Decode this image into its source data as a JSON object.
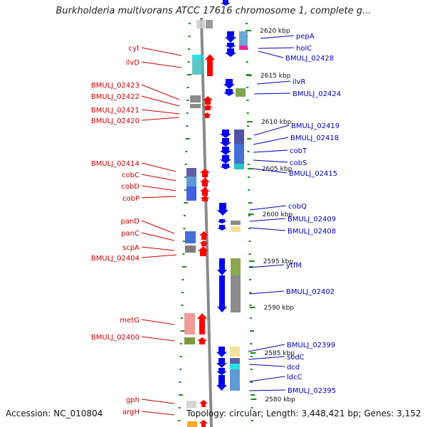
{
  "title": "Burkholderia multivorans ATCC 17616 chromosome 1, complete g...",
  "footer": {
    "accession": "Accession: NC_010804",
    "topology": "Topology: circular; Length: 3,448,421 bp; Genes: 3,152"
  },
  "colors": {
    "left_label": "#cc0000",
    "right_label": "#0000bb",
    "left_arrow": "#ff0000",
    "right_arrow": "#0000ee",
    "ruler": "#1a8a1a",
    "backbone": "#888888"
  },
  "kbp_ticks": [
    {
      "label": "2620 kbp"
    },
    {
      "label": "2615 kbp"
    },
    {
      "label": "2610 kbp"
    },
    {
      "label": "2605 kbp"
    },
    {
      "label": "2600 kbp"
    },
    {
      "label": "2595 kbp"
    },
    {
      "label": "2590 kbp"
    },
    {
      "label": "2585 kbp"
    },
    {
      "label": "2580 kbp"
    }
  ],
  "left_genes": [
    {
      "label": "cyt"
    },
    {
      "label": "ilvD"
    },
    {
      "label": "BMULJ_02423"
    },
    {
      "label": "BMULJ_02422"
    },
    {
      "label": "BMULJ_02421"
    },
    {
      "label": "BMULJ_02420"
    },
    {
      "label": "BMULJ_02414"
    },
    {
      "label": "cobC"
    },
    {
      "label": "cobD"
    },
    {
      "label": "cobP"
    },
    {
      "label": "panD"
    },
    {
      "label": "panC"
    },
    {
      "label": "scpA"
    },
    {
      "label": "BMULJ_02404"
    },
    {
      "label": "metG"
    },
    {
      "label": "BMULJ_02400"
    },
    {
      "label": "gph"
    },
    {
      "label": "argH"
    }
  ],
  "right_genes": [
    {
      "label": "pepA"
    },
    {
      "label": "holC"
    },
    {
      "label": "BMULJ_02428"
    },
    {
      "label": "ilvR"
    },
    {
      "label": "BMULJ_02424"
    },
    {
      "label": "BMULJ_02419"
    },
    {
      "label": "BMULJ_02418"
    },
    {
      "label": "cobT"
    },
    {
      "label": "cobS"
    },
    {
      "label": "BMULJ_02415"
    },
    {
      "label": "cobQ"
    },
    {
      "label": "BMULJ_02409"
    },
    {
      "label": "BMULJ_02408"
    },
    {
      "label": "ytfM"
    },
    {
      "label": "BMULJ_02402"
    },
    {
      "label": "BMULJ_02399"
    },
    {
      "label": "sodC"
    },
    {
      "label": "dcd"
    },
    {
      "label": "ldcC"
    },
    {
      "label": "BMULJ_02395"
    }
  ]
}
